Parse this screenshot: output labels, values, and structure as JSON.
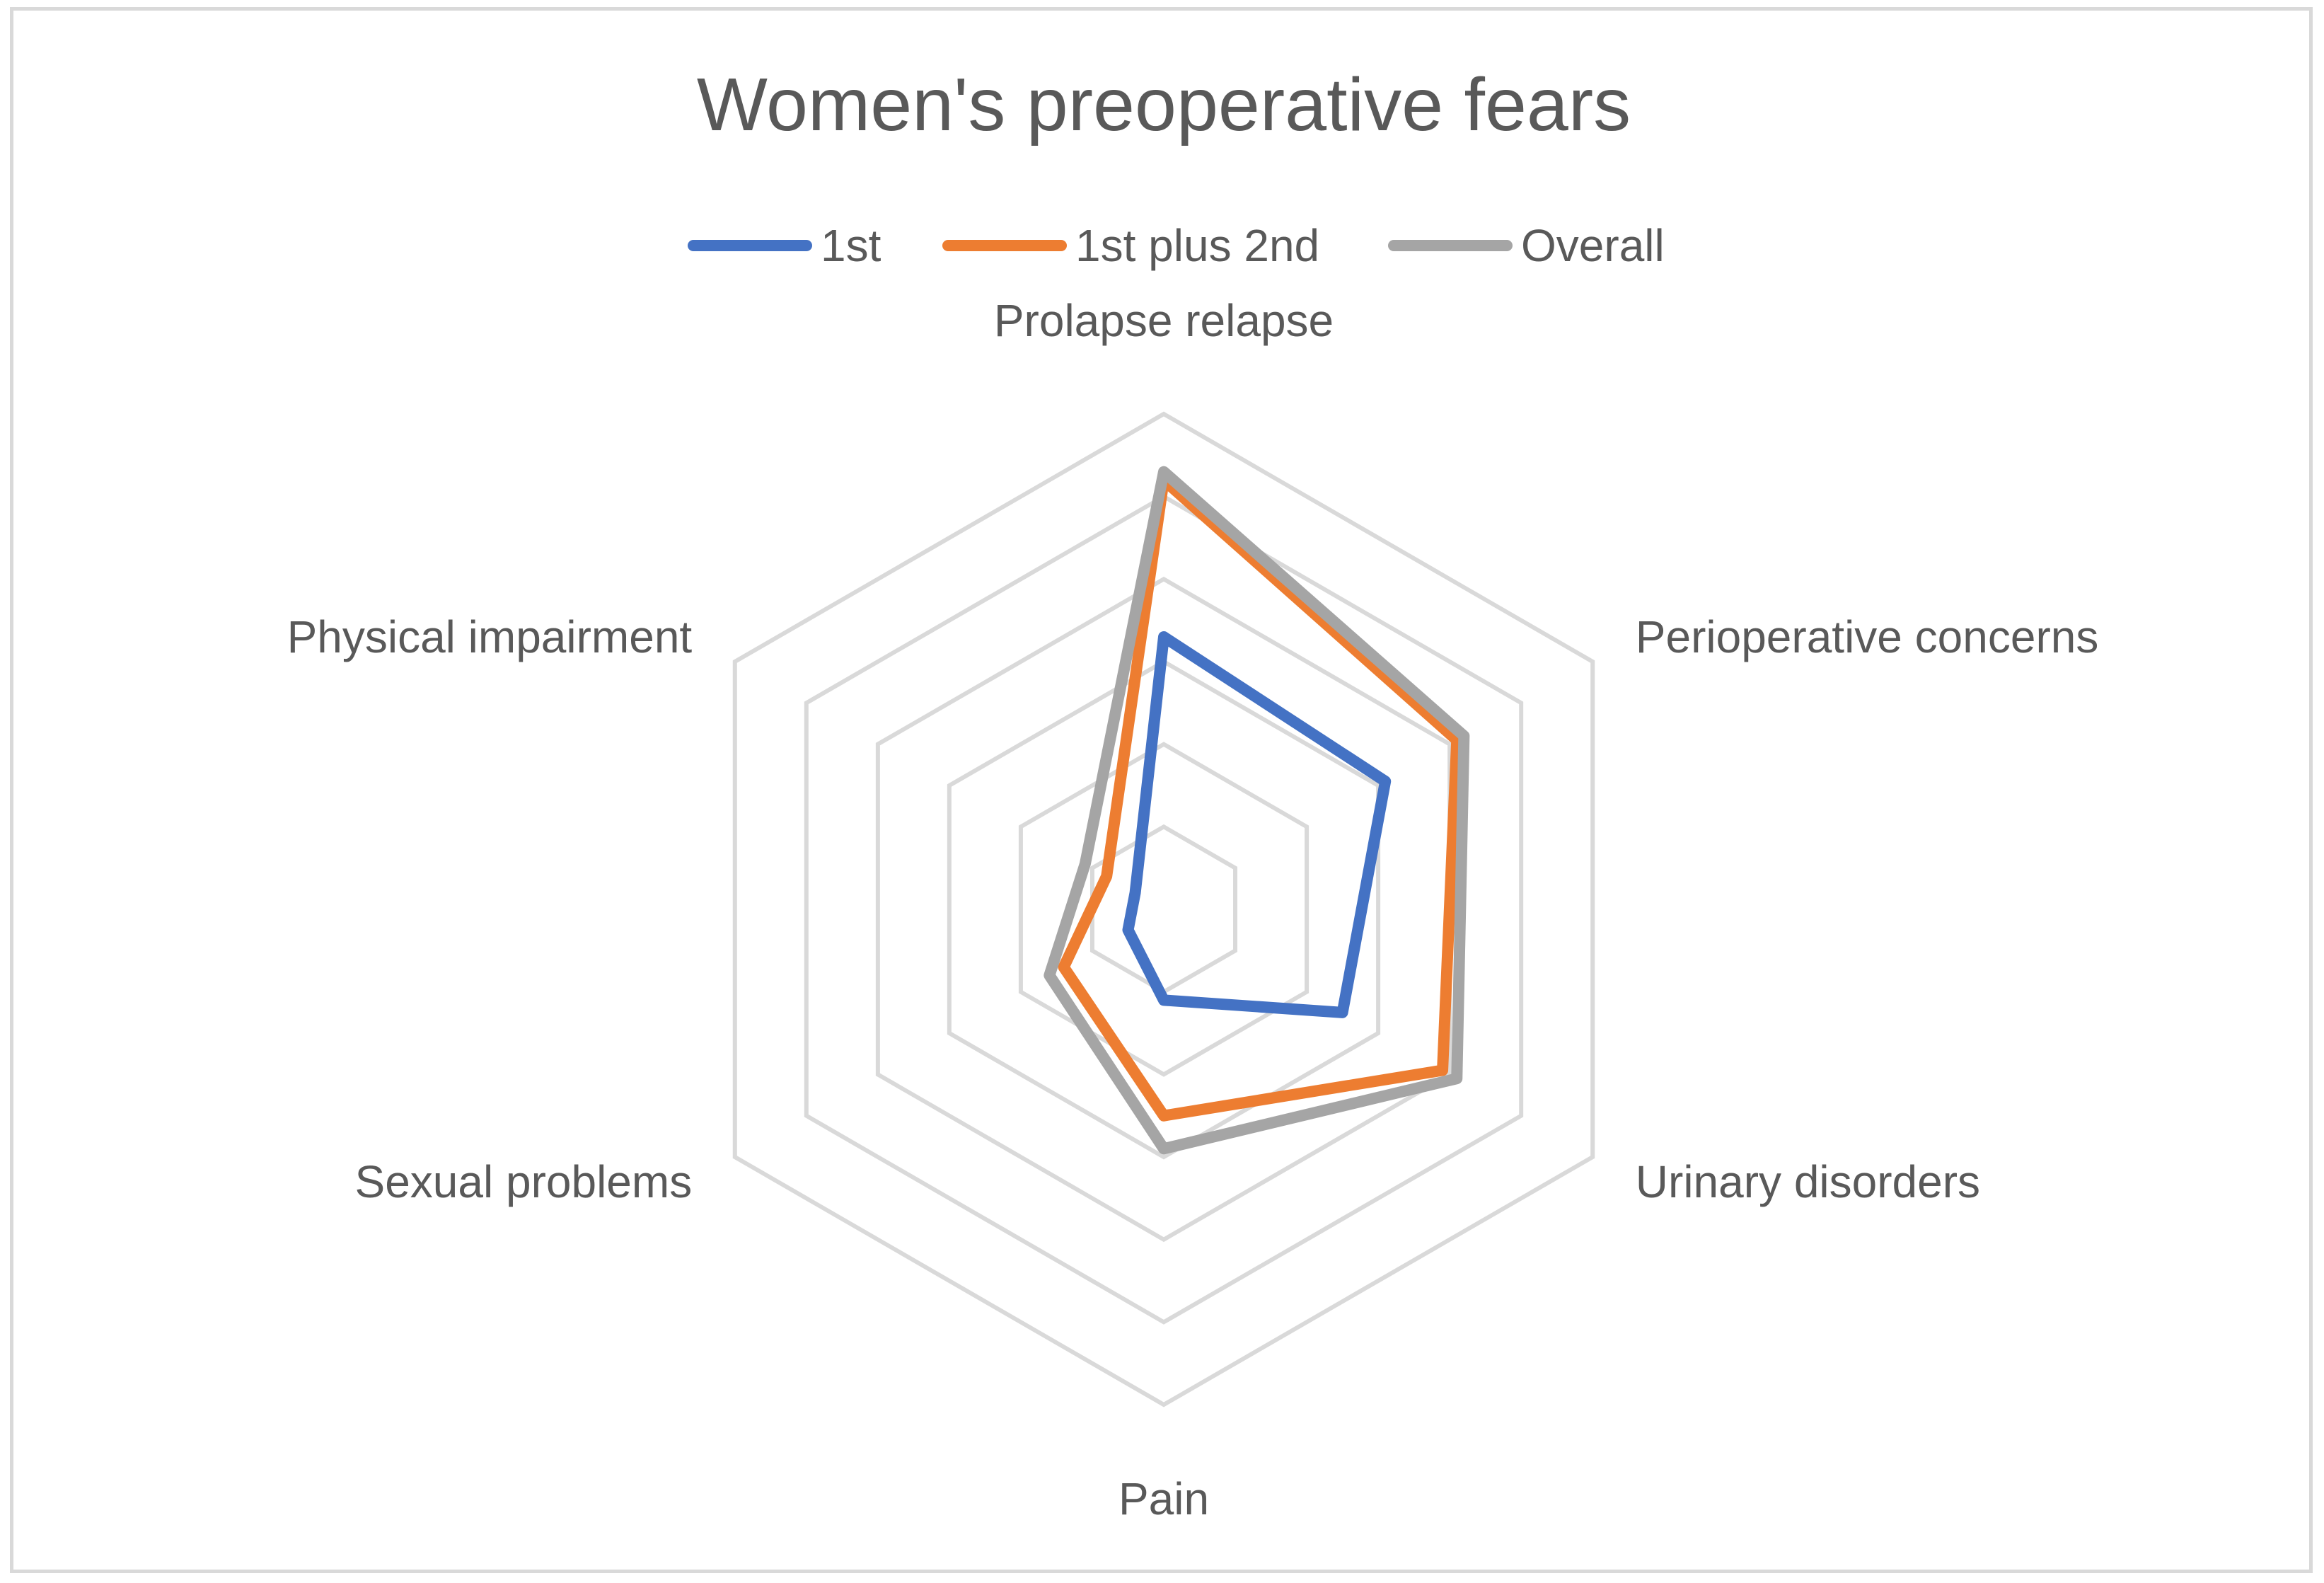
{
  "chart_data": {
    "type": "radar",
    "title": "Women's preoperative fears",
    "categories": [
      "Prolapse relapse",
      "Perioperative concerns",
      "Urinary disorders",
      "Pain",
      "Sexual problems",
      "Physical impairment"
    ],
    "rlim": [
      0,
      6
    ],
    "grid_rings": 6,
    "grid": true,
    "legend_position": "top",
    "series": [
      {
        "name": "1st",
        "color": "#4472C4",
        "values": [
          3.3,
          3.1,
          2.5,
          1.1,
          0.5,
          0.4
        ]
      },
      {
        "name": "1st plus 2nd",
        "color": "#ED7D31",
        "values": [
          5.2,
          4.1,
          3.9,
          2.5,
          1.4,
          0.8
        ]
      },
      {
        "name": "Overall",
        "color": "#A5A5A5",
        "values": [
          5.3,
          4.2,
          4.1,
          2.9,
          1.6,
          1.1
        ]
      }
    ]
  }
}
